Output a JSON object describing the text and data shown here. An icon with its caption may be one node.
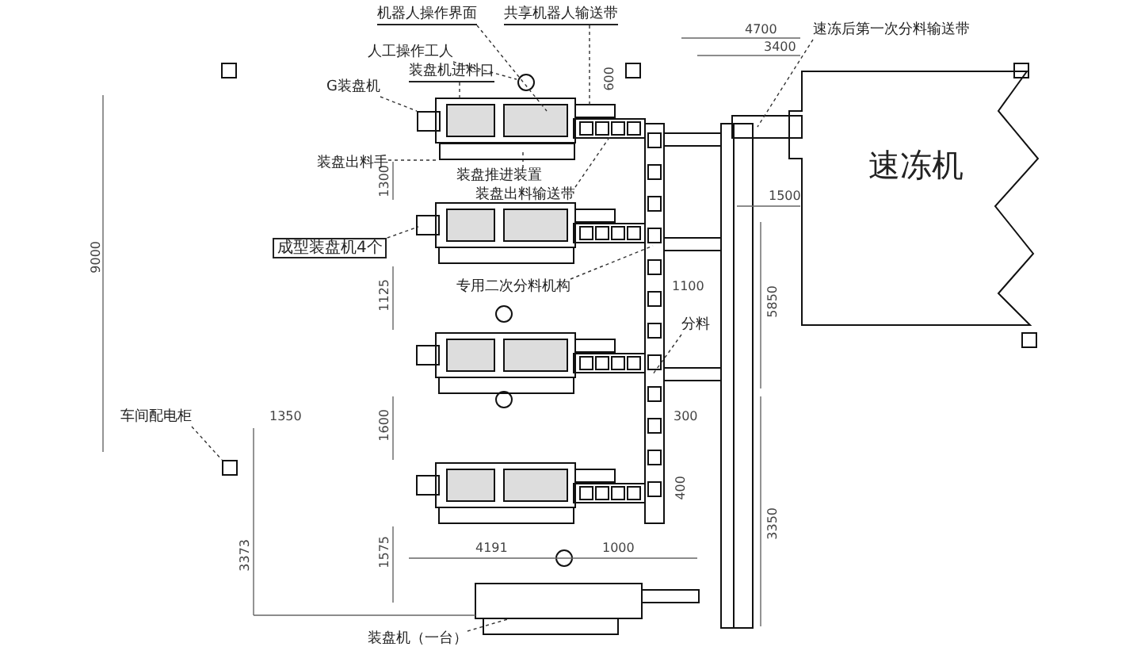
{
  "diagram": {
    "nodes": [
      {
        "text": [
          "机器人操作界面"
        ]
      },
      {
        "text": [
          "共享机器人输送带"
        ]
      },
      {
        "text": [
          "速冻后第一次分料输送带"
        ]
      },
      {
        "text": [
          "人工操作工人"
        ]
      },
      {
        "text": [
          "装盘机进料口"
        ]
      },
      {
        "text": [
          "G装盘机"
        ]
      },
      {
        "text": [
          "装盘出料手"
        ]
      },
      {
        "text": [
          "装盘推进装置"
        ]
      },
      {
        "text": [
          "装盘出料输送带"
        ]
      },
      {
        "text": [
          "成型装盘机4个"
        ]
      },
      {
        "text": [
          "专用二次分料机构"
        ]
      },
      {
        "text": [
          "分料"
        ]
      },
      {
        "text": [
          "车间配电柜"
        ]
      },
      {
        "text": [],
        "shape": "box"
      },
      {
        "text": [
          "速冻机"
        ]
      },
      {
        "text": [
          "装盘机（一台）"
        ]
      },
      {
        "text": [],
        "shape": "box"
      },
      {
        "text": [],
        "shape": "box"
      }
    ],
    "edges": [
      {
        "from": 0,
        "to": null,
        "arrow": "none"
      },
      {
        "from": 1,
        "to": null,
        "arrow": "none"
      },
      {
        "from": 2,
        "to": null,
        "arrow": "none"
      },
      {
        "from": 3,
        "to": null,
        "arrow": "none"
      },
      {
        "from": 4,
        "to": null,
        "arrow": "none"
      },
      {
        "from": 5,
        "to": 16,
        "arrow": "none"
      },
      {
        "from": 6,
        "to": 17,
        "arrow": "none"
      },
      {
        "from": 7,
        "to": null,
        "arrow": "none"
      },
      {
        "from": 8,
        "to": null,
        "arrow": "none"
      },
      {
        "from": 9,
        "to": null,
        "arrow": "none"
      },
      {
        "from": 10,
        "to": null,
        "arrow": "none"
      },
      {
        "from": 11,
        "to": null,
        "arrow": "none"
      },
      {
        "from": 12,
        "to": 13,
        "arrow": "none"
      },
      {
        "from": 15,
        "to": null,
        "arrow": "none"
      }
    ],
    "labels": [
      "4700",
      "3400",
      "600",
      "1300",
      "1100",
      "1500",
      "5850",
      "9000",
      "1125",
      "1350",
      "1600",
      "300",
      "400",
      "1000",
      "1575",
      "4191",
      "3350",
      "3373"
    ]
  }
}
